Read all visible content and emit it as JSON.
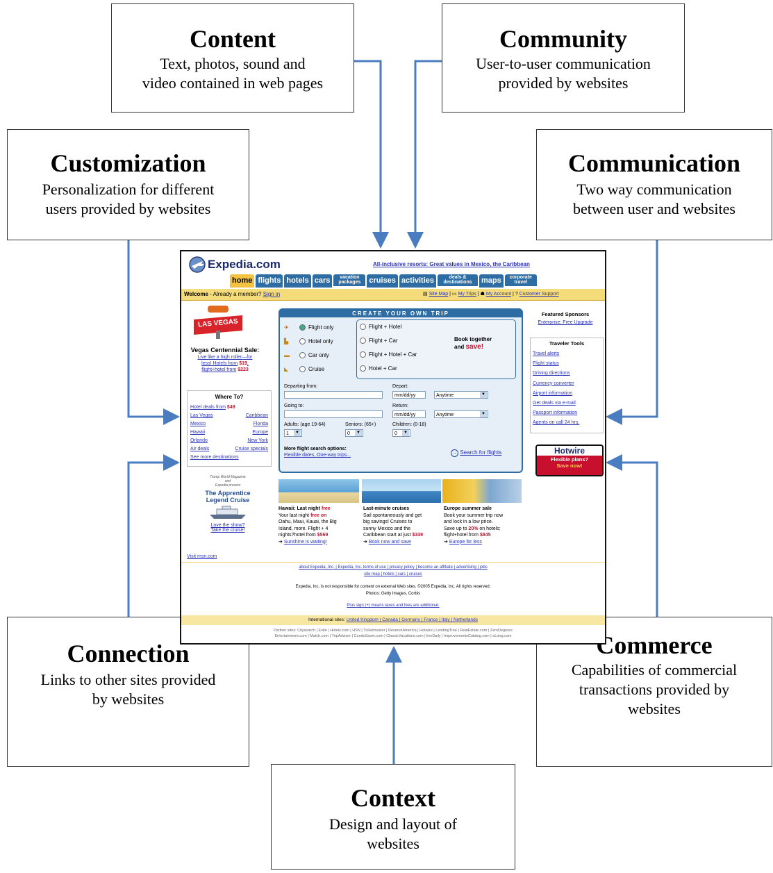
{
  "boxes": {
    "content": {
      "title": "Content",
      "desc1": "Text, photos, sound and",
      "desc2": "video contained in web pages"
    },
    "community": {
      "title": "Community",
      "desc1": "User-to-user communication",
      "desc2": "provided by websites"
    },
    "customization": {
      "title": "Customization",
      "desc1": "Personalization for different",
      "desc2": "users provided by websites"
    },
    "communication": {
      "title": "Communication",
      "desc1": "Two way  communication",
      "desc2": "between user and websites"
    },
    "connection": {
      "title": "Connection",
      "desc1": "Links to other sites provided",
      "desc2": "by websites"
    },
    "commerce": {
      "title": "Commerce",
      "desc1": "Capabilities of commercial",
      "desc2": "transactions provided by",
      "desc3": "websites"
    },
    "context": {
      "title": "Context",
      "desc1": "Design and layout of",
      "desc2": "websites"
    }
  },
  "colors": {
    "arrow": "#4a7cc0",
    "tab_blue": "#2e6da4",
    "tab_home": "#f3c23e",
    "bar": "#f5dc7a"
  },
  "site": {
    "logo": "Expedia.com",
    "promo": "All-inclusive resorts: Great values in Mexico, the Caribbean",
    "tabs": [
      "home",
      "flights",
      "hotels",
      "cars",
      "vacation packages",
      "cruises",
      "activities",
      "deals & destinations",
      "maps",
      "corporate travel"
    ],
    "welcome": "Welcome",
    "member": " - Already a member?",
    "sign_in": "Sign in",
    "site_map": "Site Map",
    "my_trips": "My Trips",
    "my_account": "My Account",
    "support": "Customer Support",
    "vegas_badge": "LAS VEGAS",
    "vegas_title": "Vegas Centennial Sale:",
    "vegas_l1": "Live like a high roller—for",
    "vegas_l2": "less! Hotels from",
    "vegas_p1": "$19",
    "vegas_l3": "flight+hotel from",
    "vegas_p2": "$223",
    "where_title": "Where To?",
    "hotel_deals": "Hotel deals from",
    "hotel_price": "$49",
    "dest": [
      [
        "Las Vegas",
        "Caribbean"
      ],
      [
        "Mexico",
        "Florida"
      ],
      [
        "Hawaii",
        "Europe"
      ],
      [
        "Orlando",
        "New York"
      ],
      [
        "Air deals",
        "Cruise specials"
      ]
    ],
    "see_more": "See more destinations",
    "trump1": "Trump World Magazine",
    "trump2": "and",
    "trump3": "Expedia present",
    "apprentice1": "The Apprentice",
    "apprentice2": "Legend Cruise",
    "love": "Love the show?",
    "take": "Take the cruise!",
    "msn": "Visit msn.com",
    "trip_header": "CREATE YOUR OWN TRIP",
    "opt_left": [
      "Flight only",
      "Hotel only",
      "Car only",
      "Cruise"
    ],
    "opt_right": [
      "Flight + Hotel",
      "Flight + Car",
      "Flight + Hotel + Car",
      "Hotel + Car"
    ],
    "book1": "Book together",
    "book2": "and",
    "book_save": "save!",
    "departing": "Departing from:",
    "depart": "Depart:",
    "going": "Going to:",
    "return": "Return:",
    "date_ph": "mm/dd/yy",
    "anytime": "Anytime",
    "adults": "Adults: (age 19-64)",
    "seniors": "Seniors: (65+)",
    "children": "Children: (0-18)",
    "adults_v": "1",
    "seniors_v": "0",
    "children_v": "0",
    "more_opts": "More flight search options:",
    "flex": "Flexible dates, One-way trips...",
    "search": "Search for flights",
    "sponsors": "Featured Sponsors",
    "enterprise": "Enterprise: Free Upgrade",
    "tools_title": "Traveler Tools",
    "tools": [
      "Travel alerts",
      "Flight status",
      "Driving directions",
      "Currency converter",
      "Airport information",
      "Get deals via e-mail",
      "Passport information",
      "Agents on call 24 hrs."
    ],
    "hotwire": "Hotwire",
    "hw1": "Flexible plans?",
    "hw2": "Save now!",
    "promo1": {
      "title": "Hawaii: Last night",
      "free": "free",
      "l1": "Your last night",
      "l1b": "free on",
      "l2": "Oahu, Maui, Kauai, the Big",
      "l3": "Island, more. Flight + 4",
      "l4": "nights?hotel from",
      "price": "$569",
      "link": "Sunshine is waiting!"
    },
    "promo2": {
      "title": "Last-minute cruises",
      "l1": "Sail spontaneously and get",
      "l2": "big savings! Cruises to",
      "l3": "sunny Mexico and the",
      "l4": "Caribbean start at just",
      "price": "$339",
      "link": "Book now and save"
    },
    "promo3": {
      "title": "Europe summer sale",
      "l1": "Book your summer trip now",
      "l2": "and lock in a low price.",
      "l3": "Save up to",
      "pct": "20%",
      "l3b": "on hotels;",
      "l4": "flight+hotel from",
      "price": "$845",
      "link": "Europe for less"
    },
    "footer_links1": "about Expedia, Inc.  |  Expedia, Inc. terms of use  |  privacy policy  |  become an affiliate  |  advertising  |  jobs",
    "footer_links2": "site map  |  hotels  |  cars  |  cruises",
    "disclaimer1": "Expedia, Inc. is not responsible for content on external Web sites. ©2005 Expedia, Inc. All rights reserved.",
    "disclaimer2": "Photos: Getty Images, Corbis",
    "plus": "Plus sign (+) means taxes and fees are additional.",
    "intl_label": "International sites:",
    "intl": "United Kingdom  |  Canada  |  Germany  |  France  |  Italy  |  Netherlands",
    "partners1": "Partner sites:  Citysearch  |  Evite  |  Hotels.com  |  HSN  |  Ticketmaster  |  ReserveAmerica  |  Hotwire  |  LendingTree  |  RealEstate.com  |  ZeroDegrees",
    "partners2": "Entertainment.com  |  Match.com  |  TripAdvisor  |  CondoSaver.com  |  ClassicVacations.com  |  liveDaily  |  ImprovementsCatalog.com  |  eLong.com"
  }
}
